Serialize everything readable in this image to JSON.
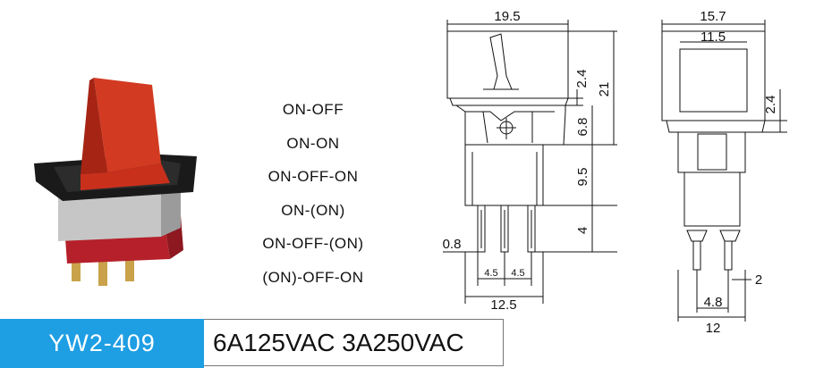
{
  "configurations": [
    "ON-OFF",
    "ON-ON",
    "ON-OFF-ON",
    "ON-(ON)",
    "ON-OFF-(ON)",
    "(ON)-OFF-ON"
  ],
  "model": "YW2-409",
  "rating": "6A125VAC 3A250VAC",
  "side_view_dims": {
    "width": "19.5",
    "bezel": "2.4",
    "overall_height": "21",
    "frame": "6.8",
    "body": "9.5",
    "terminal_length": "4",
    "terminal_thickness": "0.8",
    "pitch_a": "4.5",
    "pitch_b": "4.5",
    "base_width": "12.5"
  },
  "front_view_dims": {
    "bezel_width": "15.7",
    "actuator_width": "11.5",
    "bezel_height": "2.4",
    "terminal_width": "2",
    "terminal_pitch": "4.8",
    "body_width": "12"
  },
  "colors": {
    "actuator": "#c9301c",
    "housing": "#1a1a1a",
    "body": "#b5202a",
    "banner": "#1e9ee3"
  }
}
